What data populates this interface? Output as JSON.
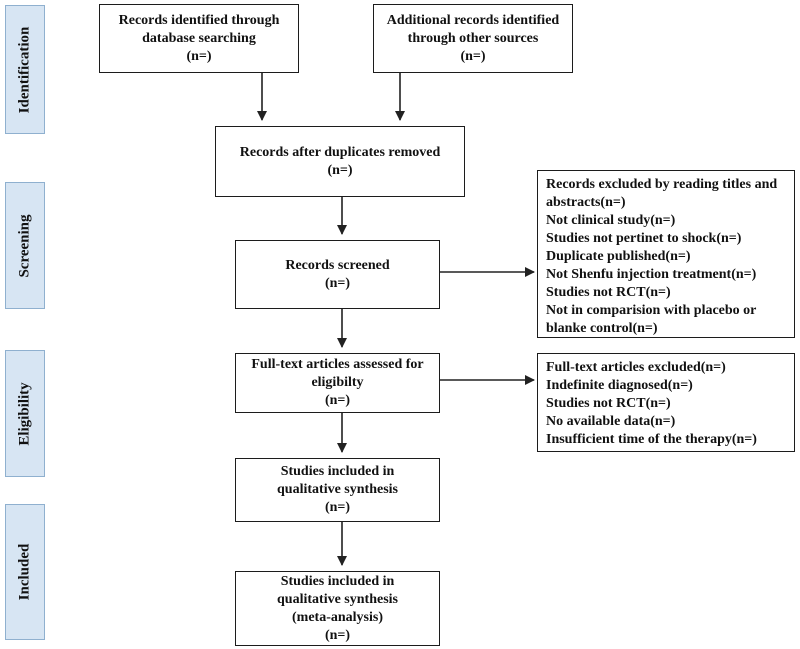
{
  "stages": {
    "identification": "Identification",
    "screening": "Screening",
    "eligibility": "Eligibility",
    "included": "Included"
  },
  "boxes": {
    "database_records": [
      "Records identified through",
      "database searching",
      "(n=)"
    ],
    "other_sources": [
      "Additional records identified",
      "through other sources",
      "(n=)"
    ],
    "duplicates_removed": [
      "Records after duplicates removed",
      "(n=)"
    ],
    "records_screened": [
      "Records screened",
      "(n=)"
    ],
    "screening_excluded": [
      "Records excluded by reading titles and",
      "abstracts(n=)",
      "Not clinical study(n=)",
      "Studies not pertinet to shock(n=)",
      "Duplicate published(n=)",
      "Not Shenfu injection treatment(n=)",
      "Studies not RCT(n=)",
      "Not in comparision with placebo or",
      "blanke control(n=)"
    ],
    "fulltext_assessed": [
      "Full-text articles assessed for",
      "eligibilty",
      "(n=)"
    ],
    "fulltext_excluded": [
      "Full-text articles excluded(n=)",
      "Indefinite diagnosed(n=)",
      "Studies not RCT(n=)",
      "No available data(n=)",
      "Insufficient time of the therapy(n=)"
    ],
    "qualitative_synthesis": [
      "Studies included in",
      "qualitative synthesis",
      "(n=)"
    ],
    "meta_analysis": [
      "Studies included in",
      "qualitative synthesis",
      "(meta-analysis)",
      "(n=)"
    ]
  }
}
